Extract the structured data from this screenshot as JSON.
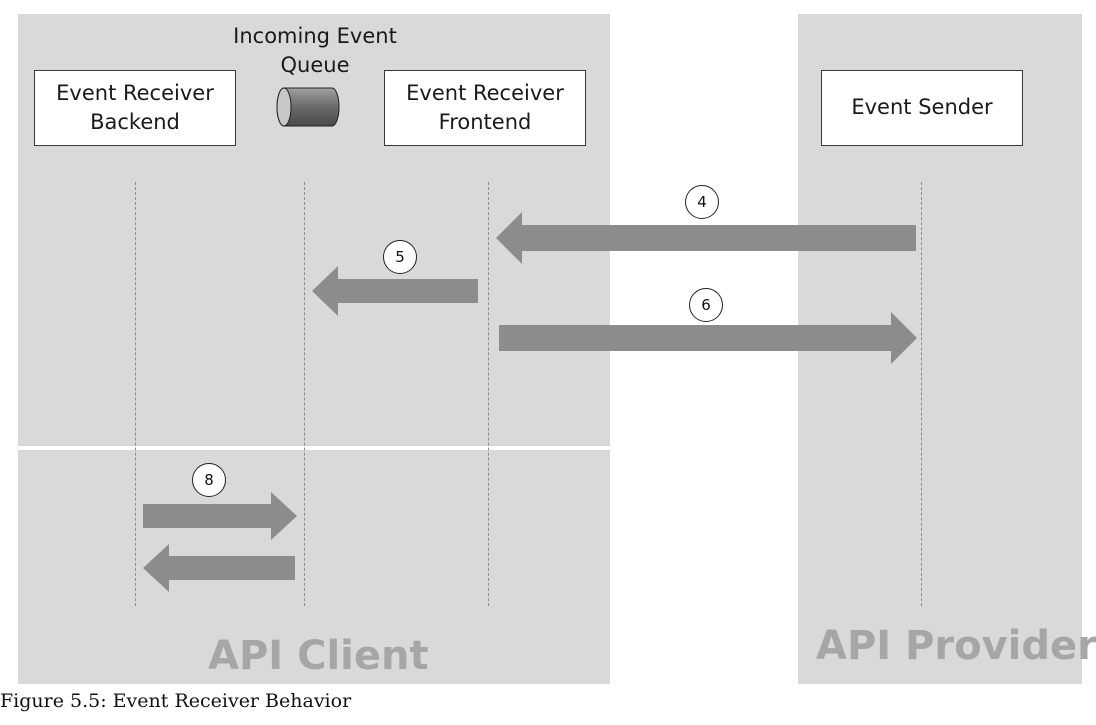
{
  "regions": {
    "client_label": "API Client",
    "provider_label": "API Provider"
  },
  "participants": {
    "backend": "Event Receiver\nBackend",
    "queue": "Incoming Event\nQueue",
    "frontend": "Event Receiver\nFrontend",
    "sender": "Event Sender"
  },
  "steps": {
    "s4": "4",
    "s5": "5",
    "s6": "6",
    "s8": "8"
  },
  "caption": "Figure 5.5: Event Receiver Behavior",
  "colors": {
    "region": "#d9d9d9",
    "region_label": "#a6a6a6",
    "arrow": "#8c8c8c",
    "queue_cylinder": "#707070"
  }
}
